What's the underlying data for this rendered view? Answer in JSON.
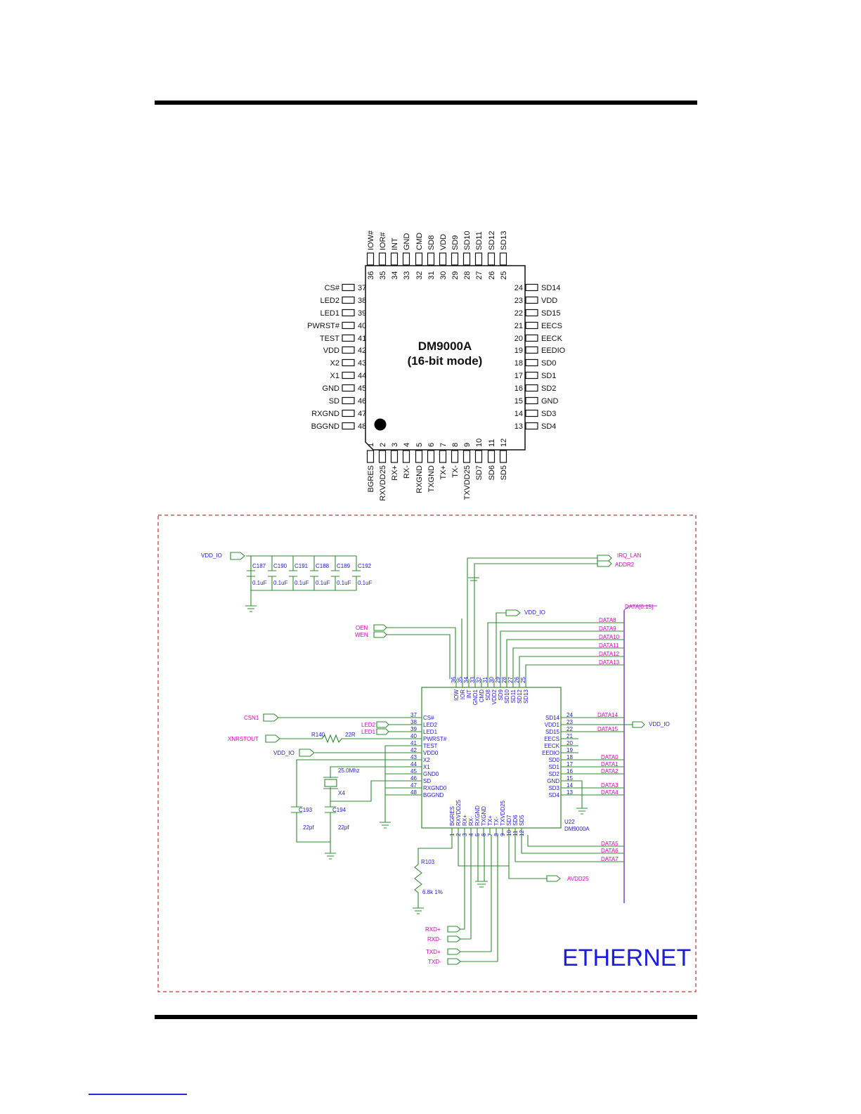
{
  "package": {
    "title_line1": "DM9000A",
    "title_line2": "(16-bit mode)",
    "top_pins": [
      {
        "num": "36",
        "name": "IOW#"
      },
      {
        "num": "35",
        "name": "IOR#"
      },
      {
        "num": "34",
        "name": "INT"
      },
      {
        "num": "33",
        "name": "GND"
      },
      {
        "num": "32",
        "name": "CMD"
      },
      {
        "num": "31",
        "name": "SD8"
      },
      {
        "num": "30",
        "name": "VDD"
      },
      {
        "num": "29",
        "name": "SD9"
      },
      {
        "num": "28",
        "name": "SD10"
      },
      {
        "num": "27",
        "name": "SD11"
      },
      {
        "num": "26",
        "name": "SD12"
      },
      {
        "num": "25",
        "name": "SD13"
      }
    ],
    "left_pins": [
      {
        "num": "37",
        "name": "CS#"
      },
      {
        "num": "38",
        "name": "LED2"
      },
      {
        "num": "39",
        "name": "LED1"
      },
      {
        "num": "40",
        "name": "PWRST#"
      },
      {
        "num": "41",
        "name": "TEST"
      },
      {
        "num": "42",
        "name": "VDD"
      },
      {
        "num": "43",
        "name": "X2"
      },
      {
        "num": "44",
        "name": "X1"
      },
      {
        "num": "45",
        "name": "GND"
      },
      {
        "num": "46",
        "name": "SD"
      },
      {
        "num": "47",
        "name": "RXGND"
      },
      {
        "num": "48",
        "name": "BGGND"
      }
    ],
    "right_pins": [
      {
        "num": "24",
        "name": "SD14"
      },
      {
        "num": "23",
        "name": "VDD"
      },
      {
        "num": "22",
        "name": "SD15"
      },
      {
        "num": "21",
        "name": "EECS"
      },
      {
        "num": "20",
        "name": "EECK"
      },
      {
        "num": "19",
        "name": "EEDIO"
      },
      {
        "num": "18",
        "name": "SD0"
      },
      {
        "num": "17",
        "name": "SD1"
      },
      {
        "num": "16",
        "name": "SD2"
      },
      {
        "num": "15",
        "name": "GND"
      },
      {
        "num": "14",
        "name": "SD3"
      },
      {
        "num": "13",
        "name": "SD4"
      }
    ],
    "bottom_pins": [
      {
        "num": "1",
        "name": "BGRES"
      },
      {
        "num": "2",
        "name": "RXVDD25"
      },
      {
        "num": "3",
        "name": "RX+"
      },
      {
        "num": "4",
        "name": "RX-"
      },
      {
        "num": "5",
        "name": "RXGND"
      },
      {
        "num": "6",
        "name": "TXGND"
      },
      {
        "num": "7",
        "name": "TX+"
      },
      {
        "num": "8",
        "name": "TX-"
      },
      {
        "num": "9",
        "name": "TXVDD25"
      },
      {
        "num": "10",
        "name": "SD7"
      },
      {
        "num": "11",
        "name": "SD6"
      },
      {
        "num": "12",
        "name": "SD5"
      }
    ]
  },
  "schematic": {
    "section_title": "ETHERNET",
    "decoupling": {
      "supply": "VDD_IO",
      "caps": [
        {
          "ref": "C187",
          "value": "0.1uF"
        },
        {
          "ref": "C190",
          "value": "0.1uF"
        },
        {
          "ref": "C191",
          "value": "0.1uF"
        },
        {
          "ref": "C188",
          "value": "0.1uF"
        },
        {
          "ref": "C189",
          "value": "0.1uF"
        },
        {
          "ref": "C192",
          "value": "0.1uF"
        }
      ]
    },
    "chip": {
      "ref": "U22",
      "part": "DM9000A",
      "top_pins": [
        {
          "num": "36",
          "name": "IOW"
        },
        {
          "num": "35",
          "name": "IOR"
        },
        {
          "num": "34",
          "name": "INT"
        },
        {
          "num": "33",
          "name": "GND1"
        },
        {
          "num": "32",
          "name": "CMD"
        },
        {
          "num": "31",
          "name": "SD8"
        },
        {
          "num": "30",
          "name": "VDD2"
        },
        {
          "num": "29",
          "name": "SD9"
        },
        {
          "num": "28",
          "name": "SD10"
        },
        {
          "num": "27",
          "name": "SD11"
        },
        {
          "num": "26",
          "name": "SD12"
        },
        {
          "num": "25",
          "name": "SD13"
        }
      ],
      "left_pins": [
        {
          "num": "37",
          "name": "CS#"
        },
        {
          "num": "38",
          "name": "LED2"
        },
        {
          "num": "39",
          "name": "LED1"
        },
        {
          "num": "40",
          "name": "PWRST#"
        },
        {
          "num": "41",
          "name": "TEST"
        },
        {
          "num": "42",
          "name": "VDD0"
        },
        {
          "num": "43",
          "name": "X2"
        },
        {
          "num": "44",
          "name": "X1"
        },
        {
          "num": "45",
          "name": "GND0"
        },
        {
          "num": "46",
          "name": "SD"
        },
        {
          "num": "47",
          "name": "RXGND0"
        },
        {
          "num": "48",
          "name": "BGGND"
        }
      ],
      "right_pins": [
        {
          "num": "24",
          "name": "SD14"
        },
        {
          "num": "23",
          "name": "VDD1"
        },
        {
          "num": "22",
          "name": "SD15"
        },
        {
          "num": "21",
          "name": "EECS"
        },
        {
          "num": "20",
          "name": "EECK"
        },
        {
          "num": "19",
          "name": "EEDIO"
        },
        {
          "num": "18",
          "name": "SD0"
        },
        {
          "num": "17",
          "name": "SD1"
        },
        {
          "num": "16",
          "name": "SD2"
        },
        {
          "num": "15",
          "name": "GND"
        },
        {
          "num": "14",
          "name": "SD3"
        },
        {
          "num": "13",
          "name": "SD4"
        }
      ],
      "bottom_pins": [
        {
          "num": "1",
          "name": "BGRES"
        },
        {
          "num": "2",
          "name": "RXVDD25"
        },
        {
          "num": "3",
          "name": "RX+"
        },
        {
          "num": "4",
          "name": "RX-"
        },
        {
          "num": "5",
          "name": "RXGND"
        },
        {
          "num": "6",
          "name": "TXGND"
        },
        {
          "num": "7",
          "name": "TX+"
        },
        {
          "num": "8",
          "name": "TX-"
        },
        {
          "num": "9",
          "name": "TXVDD25"
        },
        {
          "num": "10",
          "name": "SD7"
        },
        {
          "num": "11",
          "name": "SD6"
        },
        {
          "num": "12",
          "name": "SD5"
        }
      ]
    },
    "nets": {
      "irq": "IRQ_LAN",
      "addr": "ADDR2",
      "bus": "DATA[0:15]",
      "vdd_top": "VDD_IO",
      "oen": "OEN",
      "wen": "WEN",
      "csn": "CSN1",
      "led2": "LED2",
      "led1": "LED1",
      "rst": "XNRSTOUT",
      "vdd_left": "VDD_IO",
      "vdd_right": "VDD_IO",
      "avdd": "AVDD25",
      "rxd_p": "RXD+",
      "rxd_n": "RXD-",
      "txd_p": "TXD+",
      "txd_n": "TXD-",
      "data_top": [
        "DATA8",
        "DATA9",
        "DATA10",
        "DATA11",
        "DATA12",
        "DATA13"
      ],
      "data_right_top": [
        "DATA14",
        "DATA15"
      ],
      "data_right_mid": [
        "DATA0",
        "DATA1",
        "DATA2",
        "DATA3",
        "DATA4"
      ],
      "data_bottom": [
        "DATA5",
        "DATA6",
        "DATA7"
      ]
    },
    "parts": {
      "r140_ref": "R140",
      "r140_val": "22R",
      "xtal_ref": "X4",
      "xtal_val": "25.0Mhz",
      "c193_ref": "C193",
      "c193_val": "22pf",
      "c194_ref": "C194",
      "c194_val": "22pf",
      "r103_ref": "R103",
      "r103_val": "6.8k 1%"
    }
  }
}
